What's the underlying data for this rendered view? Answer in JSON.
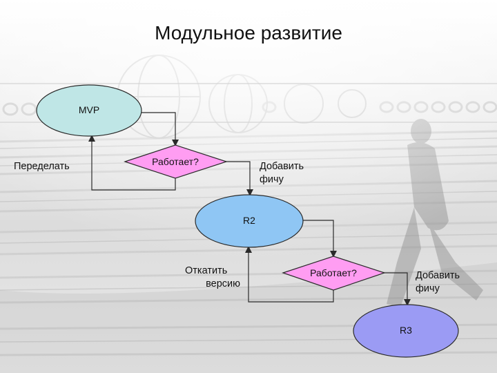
{
  "slide": {
    "title": "Модульное развитие"
  },
  "nodes": {
    "mvp": "MVP",
    "check1": "Работает?",
    "r2": "R2",
    "check2": "Работает?",
    "r3": "R3"
  },
  "edge_labels": {
    "redo": "Переделать",
    "add_feature_1_line1": "Добавить",
    "add_feature_1_line2": "фичу",
    "rollback_line1": "Откатить",
    "rollback_line2": "версию",
    "add_feature_2_line1": "Добавить",
    "add_feature_2_line2": "фичу"
  },
  "colors": {
    "mvp_fill": "#BFE6E6",
    "check_fill": "#FF9DF2",
    "r2_fill": "#8FC6F4",
    "r3_fill": "#9B9BF4",
    "stroke": "#2a2a2a"
  }
}
